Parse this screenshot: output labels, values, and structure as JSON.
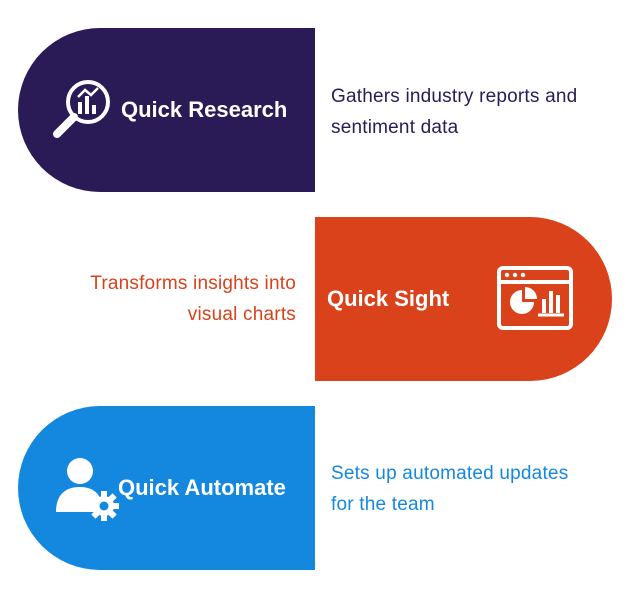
{
  "colors": {
    "research": "#2a1b57",
    "sight": "#d9421a",
    "automate": "#1488de"
  },
  "steps": [
    {
      "title": "Quick Research",
      "icon": "magnifier-chart-icon",
      "description": [
        "Gathers industry reports and",
        "sentiment data"
      ]
    },
    {
      "title": "Quick Sight",
      "icon": "dashboard-window-icon",
      "description": [
        "Transforms insights into",
        "visual charts"
      ]
    },
    {
      "title": "Quick Automate",
      "icon": "user-gear-icon",
      "description": [
        "Sets up automated updates",
        "for the team"
      ]
    }
  ]
}
